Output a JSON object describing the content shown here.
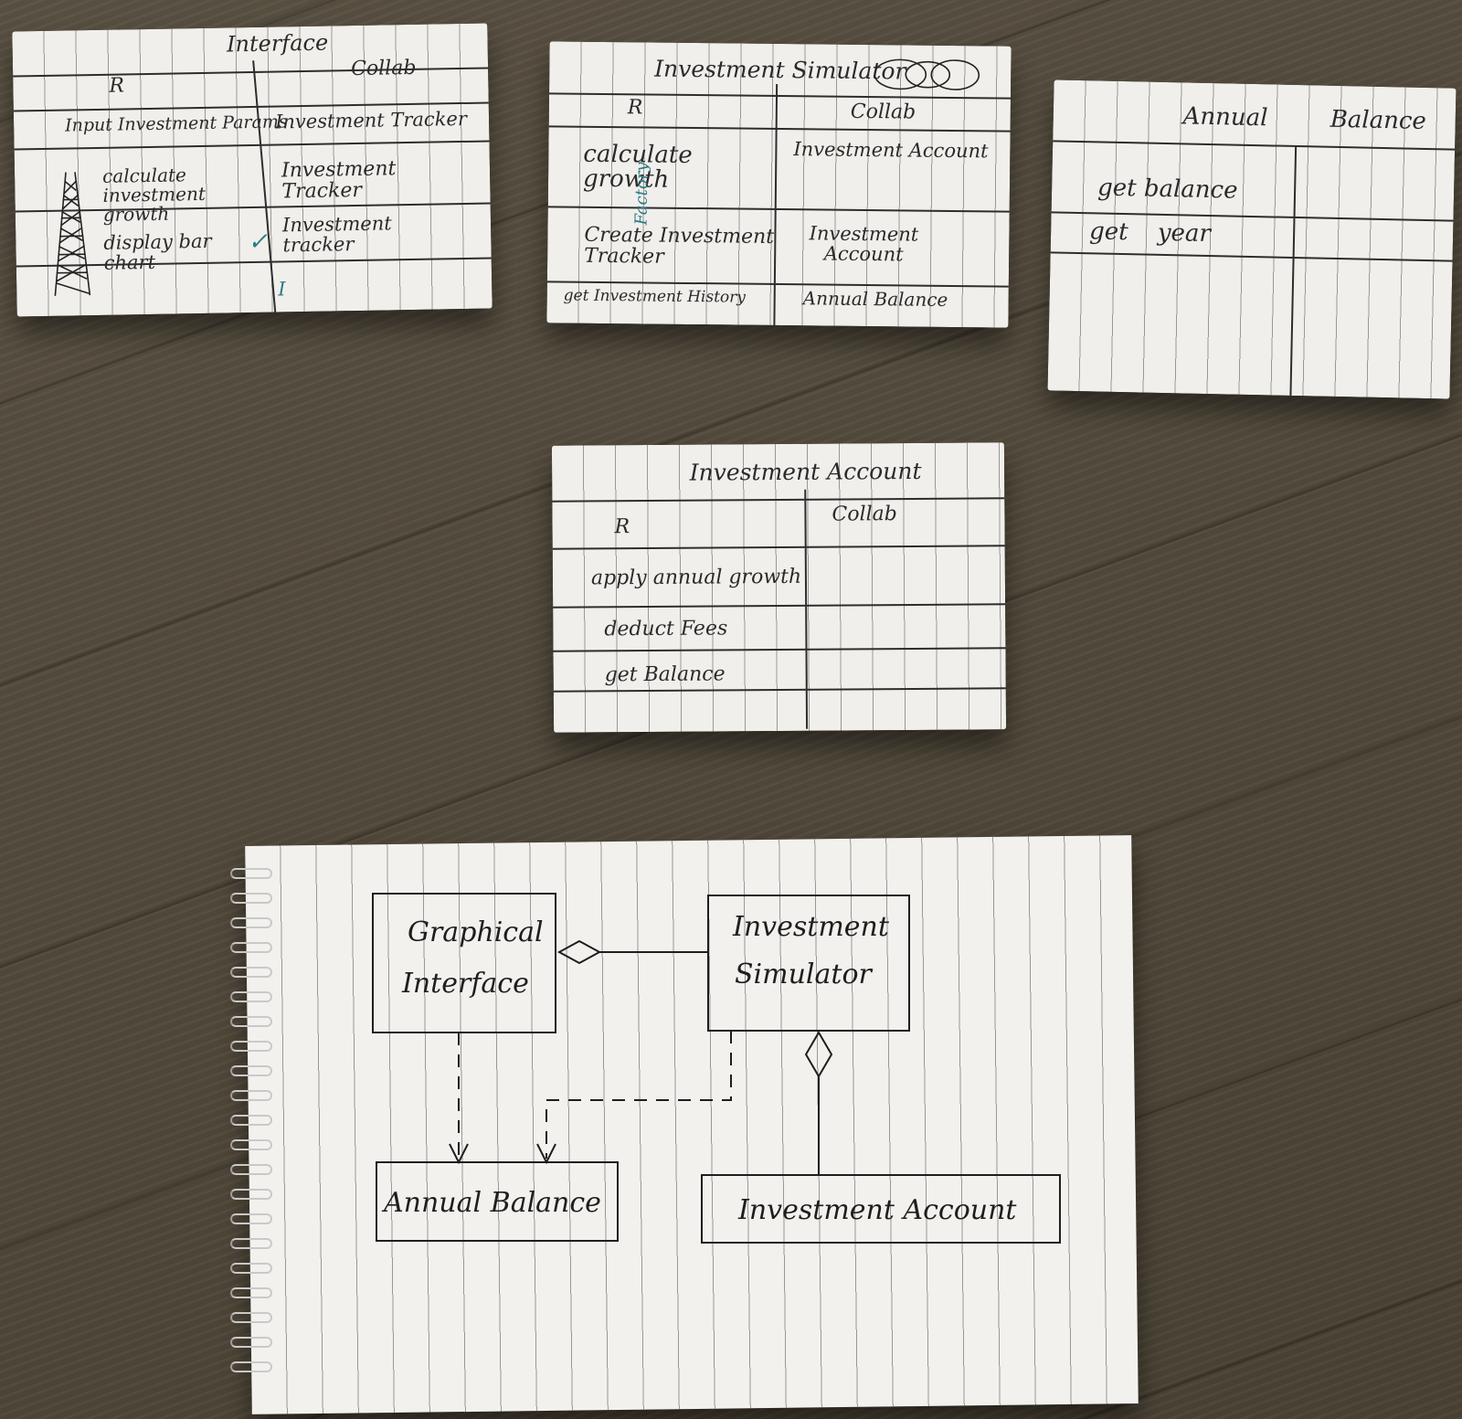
{
  "cards": {
    "interface": {
      "title": "Interface",
      "responsibility_header": "R",
      "collaborator_header": "Collab",
      "rows": [
        {
          "responsibility": "Input Investment Params",
          "collaborator": "Investment Tracker"
        },
        {
          "responsibility": "calculate investment growth",
          "collaborator": "Investment Tracker"
        },
        {
          "responsibility": "display bar chart",
          "collaborator": "Investment tracker"
        }
      ],
      "margin_mark": "I"
    },
    "simulator": {
      "title": "Investment Simulator",
      "responsibility_header": "R",
      "collaborator_header": "Collab",
      "rows": [
        {
          "responsibility": "calculate growth",
          "collaborator": "Investment Account"
        },
        {
          "responsibility": "Create Investment Tracker",
          "collaborator": "Investment Account"
        },
        {
          "responsibility": "get Investment History",
          "collaborator": "Annual Balance"
        }
      ],
      "annotation": "Factory"
    },
    "annual": {
      "title": "Annual Balance",
      "rows": [
        {
          "responsibility": "get balance"
        },
        {
          "responsibility": "get year"
        }
      ]
    },
    "account": {
      "title": "Investment Account",
      "responsibility_header": "R",
      "collaborator_header": "Collab",
      "rows": [
        {
          "responsibility": "apply annual growth"
        },
        {
          "responsibility": "deduct Fees"
        },
        {
          "responsibility": "get Balance"
        }
      ]
    }
  },
  "uml": {
    "graphical_interface": [
      "Graphical",
      "Interface"
    ],
    "investment_simulator": [
      "Investment",
      "Simulator"
    ],
    "annual_balance": "Annual Balance",
    "investment_account": "Investment Account",
    "relations": [
      {
        "from": "Investment Simulator",
        "to": "Graphical Interface",
        "kind": "aggregation"
      },
      {
        "from": "Graphical Interface",
        "to": "Annual Balance",
        "kind": "dependency"
      },
      {
        "from": "Investment Simulator",
        "to": "Annual Balance",
        "kind": "dependency"
      },
      {
        "from": "Investment Account",
        "to": "Investment Simulator",
        "kind": "aggregation"
      }
    ]
  }
}
